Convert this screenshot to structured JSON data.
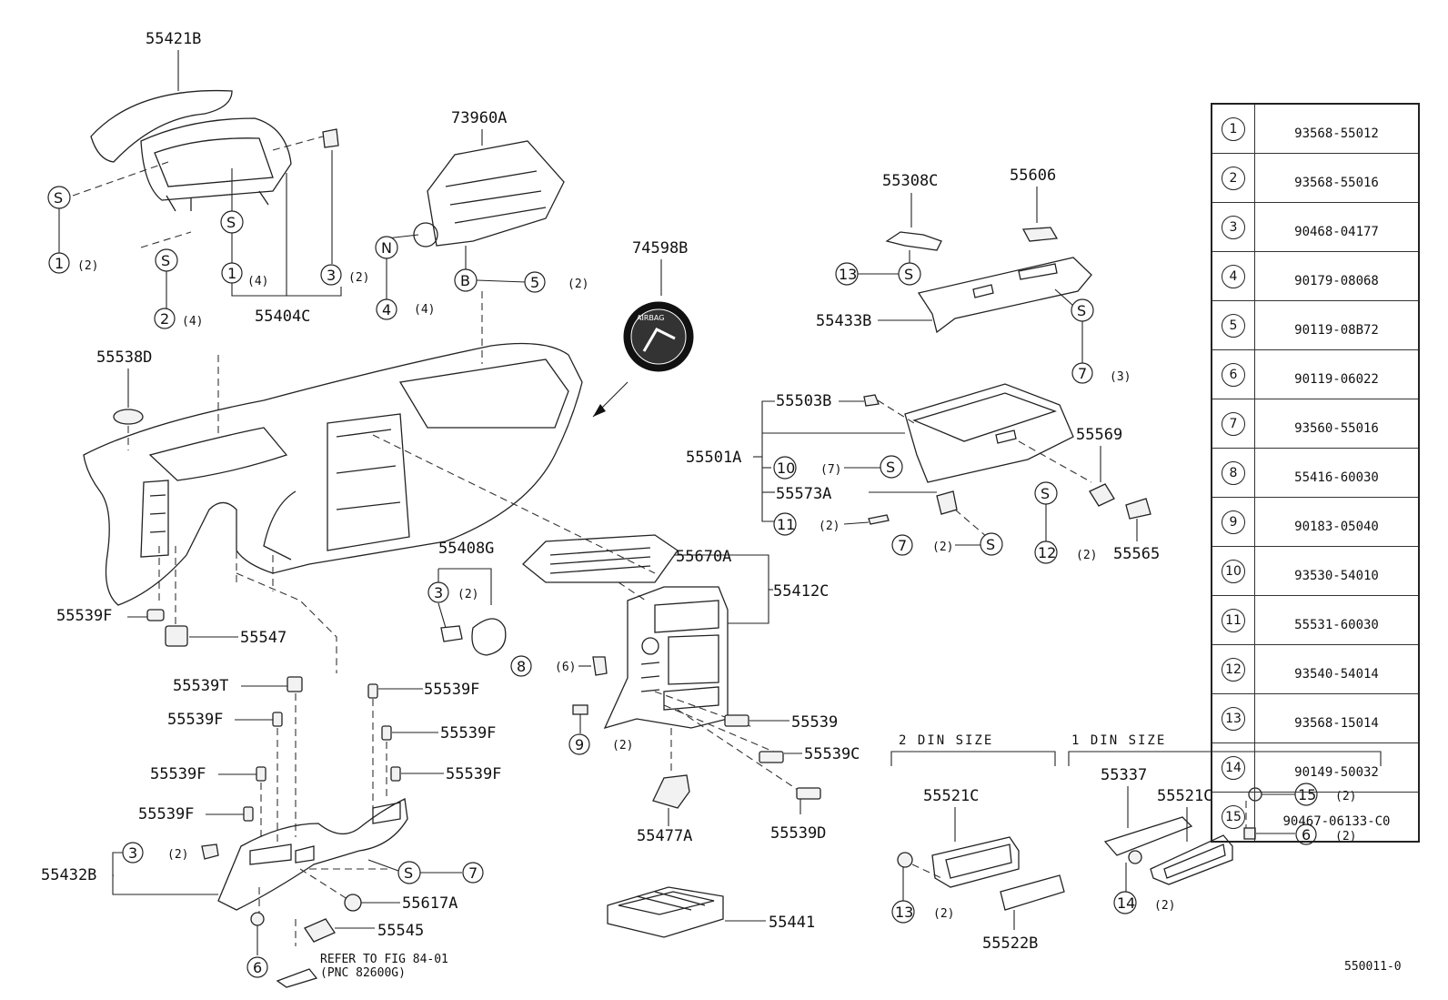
{
  "diagram": {
    "part_labels": [
      "55421B",
      "55404C",
      "73960A",
      "74598B",
      "55538D",
      "55308C",
      "55606",
      "55433B",
      "55503B",
      "55501A",
      "55573A",
      "55569",
      "55565",
      "55408G",
      "55670A",
      "55412C",
      "55539F",
      "55547",
      "55539T",
      "55539F",
      "55539F",
      "55539F",
      "55539F",
      "55539F",
      "55539F",
      "55432B",
      "55617A",
      "55545",
      "55539",
      "55539C",
      "55539D",
      "55477A",
      "55441",
      "55521C",
      "55522B",
      "55337",
      "55521C"
    ],
    "fastener_letters": {
      "s": "S",
      "n": "N",
      "b": "B"
    },
    "quantities": {
      "q2": "(2)",
      "q3": "(3)",
      "q4": "(4)",
      "q6": "(6)",
      "q7": "(7)"
    },
    "airbag_text": "AIRBAG",
    "refer_note_line1": "REFER TO FIG 84-01",
    "refer_note_line2": "(PNC 82600G)",
    "din2_label": "2 DIN SIZE",
    "din1_label": "1 DIN SIZE",
    "figure_code": "550011-0"
  },
  "reference_table": [
    {
      "num": "1",
      "part": "93568-55012"
    },
    {
      "num": "2",
      "part": "93568-55016"
    },
    {
      "num": "3",
      "part": "90468-04177"
    },
    {
      "num": "4",
      "part": "90179-08068"
    },
    {
      "num": "5",
      "part": "90119-08B72"
    },
    {
      "num": "6",
      "part": "90119-06022"
    },
    {
      "num": "7",
      "part": "93560-55016"
    },
    {
      "num": "8",
      "part": "55416-60030"
    },
    {
      "num": "9",
      "part": "90183-05040"
    },
    {
      "num": "10",
      "part": "93530-54010"
    },
    {
      "num": "11",
      "part": "55531-60030"
    },
    {
      "num": "12",
      "part": "93540-54014"
    },
    {
      "num": "13",
      "part": "93568-15014"
    },
    {
      "num": "14",
      "part": "90149-50032"
    },
    {
      "num": "15",
      "part": "90467-06133-C0"
    }
  ]
}
